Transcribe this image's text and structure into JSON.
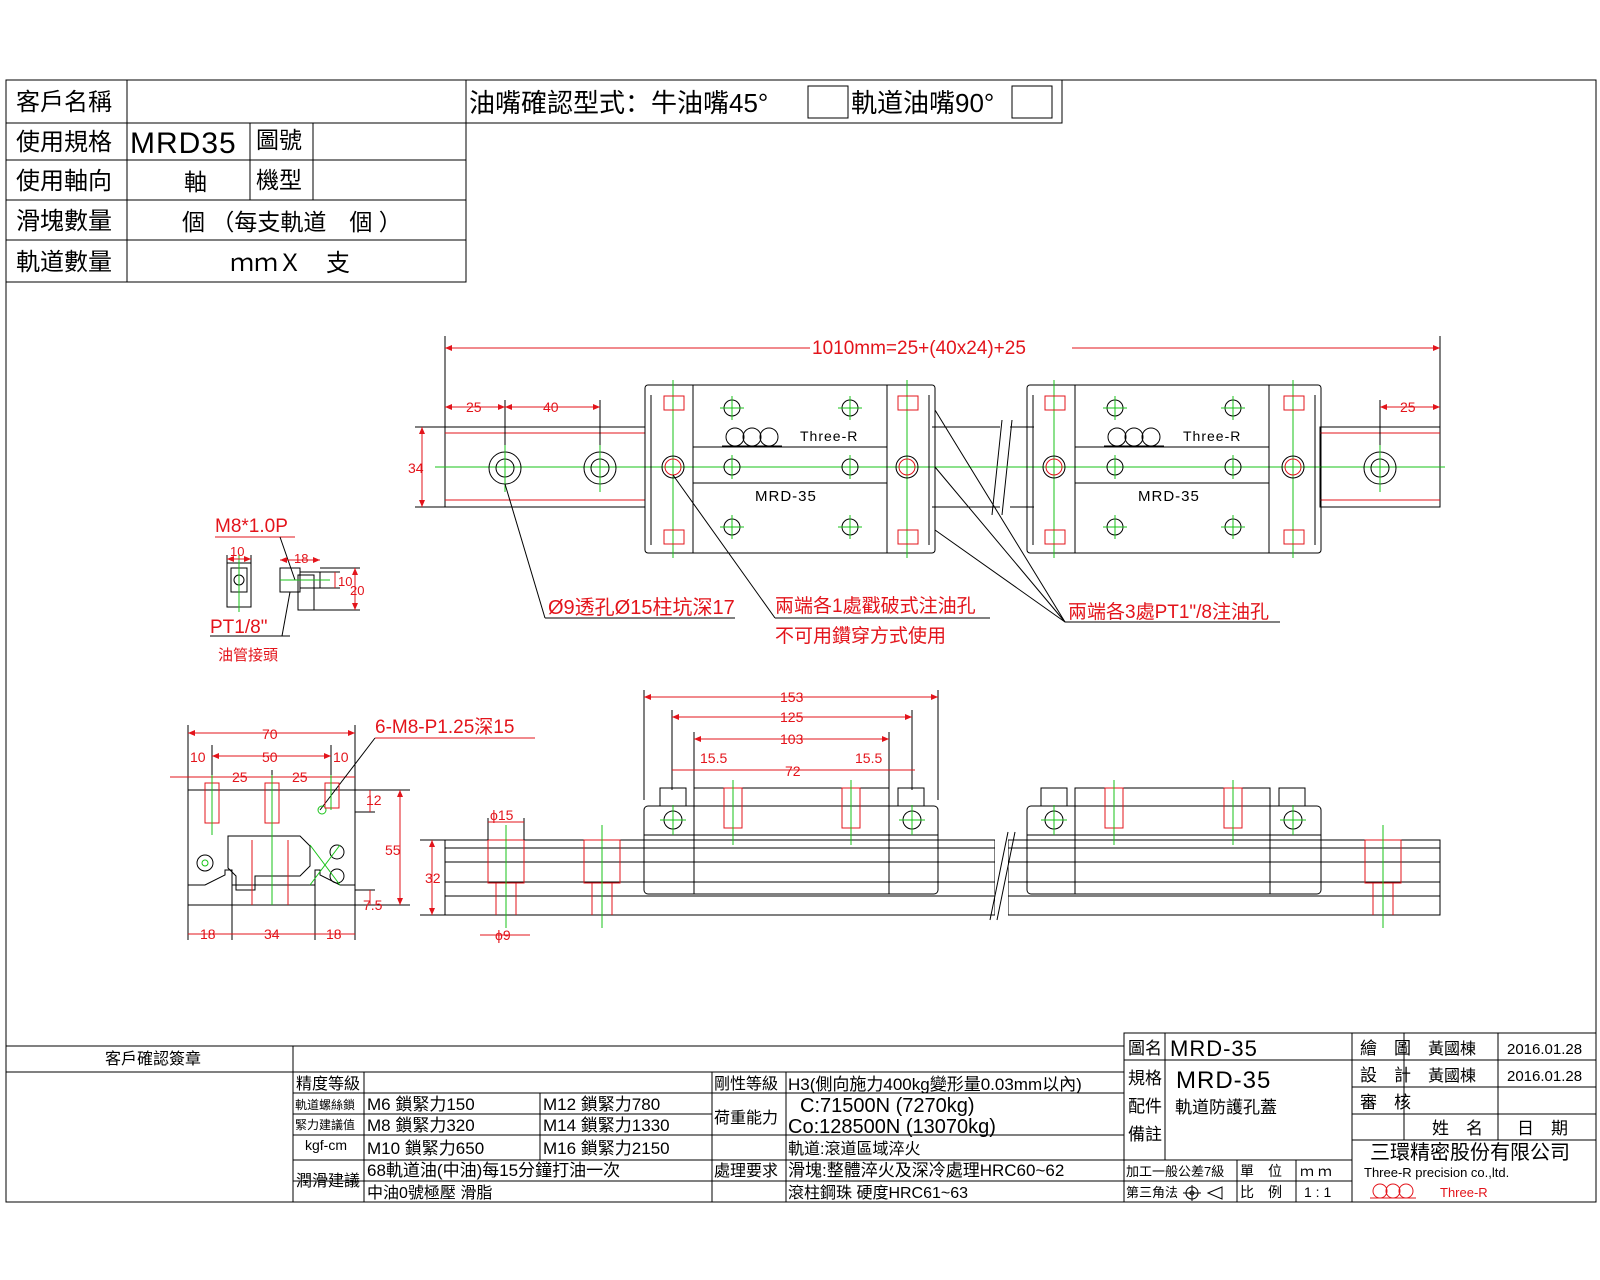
{
  "header_form": {
    "customer_name_label": "客戶名稱",
    "spec_label": "使用規格",
    "spec_value": "MRD35",
    "drawing_no_label": "圖號",
    "axis_label": "使用軸向",
    "axis_value": "軸",
    "model_label": "機型",
    "block_qty_label": "滑塊數量",
    "block_qty_value": "個 （每支軌道　個 ）",
    "rail_qty_label": "軌道數量",
    "rail_qty_value": "ｍｍＸ　支",
    "nipple_confirm": "油嘴確認型式：牛油嘴45°",
    "rail_nipple": "軌道油嘴90°"
  },
  "top_view": {
    "overall_dim": "1010mm=25+(40x24)+25",
    "dim_25_left": "25",
    "dim_40": "40",
    "dim_25_right": "25",
    "dim_34": "34",
    "block_label_1": "MRD-35",
    "block_label_2": "MRD-35",
    "brand_1": "Three-R",
    "brand_2": "Three-R",
    "note_hole": "Ø9透孔Ø15柱坑深17",
    "note_oil_hole_1": "兩端各1處戳破式注油孔",
    "note_oil_hole_2": "不可用鑽穿方式使用",
    "note_pt_hole": "兩端各3處PT1\"/8注油孔"
  },
  "fitting_detail": {
    "thread": "M8*1.0P",
    "pt": "PT1/8\"",
    "fitting_name": "油管接頭",
    "dim_10a": "10",
    "dim_18": "18",
    "dim_10b": "10",
    "dim_20": "20"
  },
  "end_view": {
    "dim_70": "70",
    "dim_50": "50",
    "dim_10_left": "10",
    "dim_10_right": "10",
    "dim_25_left": "25",
    "dim_25_right": "25",
    "dim_12": "12",
    "dim_55": "55",
    "dim_7_5": "7.5",
    "dim_18_left": "18",
    "dim_34": "34",
    "dim_18_right": "18",
    "thread_note": "6-M8-P1.25深15"
  },
  "side_view": {
    "dim_153": "153",
    "dim_125": "125",
    "dim_103": "103",
    "dim_15_5_left": "15.5",
    "dim_72": "72",
    "dim_15_5_right": "15.5",
    "dim_phi15": "ϕ15",
    "dim_32": "32",
    "dim_phi9": "ϕ9"
  },
  "bottom_table": {
    "customer_stamp": "客戶確認簽章",
    "precision_label": "精度等級",
    "rigidity_label": "剛性等級",
    "rigidity_value": "H3(側向施力400kg變形量0.03mm以內)",
    "bolt_label_1": "軌道螺絲鎖",
    "bolt_label_2": "緊力建議值",
    "bolt_unit": "kgf-cm",
    "m6": "M6 鎖緊力150",
    "m8": "M8 鎖緊力320",
    "m10": "M10 鎖緊力650",
    "m12": "M12 鎖緊力780",
    "m14": "M14 鎖緊力1330",
    "m16": "M16 鎖緊力2150",
    "load_label": "荷重能力",
    "load_c": "C:71500N (7270kg)",
    "load_co": "Co:128500N (13070kg)",
    "lube_label": "潤滑建議",
    "lube_1": "68軌道油(中油)每15分鐘打油一次",
    "lube_2": "中油0號極壓 滑脂",
    "treat_label": "處理要求",
    "treat_1": "軌道:滾道區域淬火",
    "treat_2": "滑塊:整體淬火及深冷處理HRC60~62",
    "treat_3": "滾柱鋼珠 硬度HRC61~63"
  },
  "title_block": {
    "drawing_name_label": "圖名",
    "drawing_name": "MRD-35",
    "spec_label": "規格",
    "spec": "MRD-35",
    "part_label": "配件",
    "part": "軌道防護孔蓋",
    "remark_label": "備註",
    "tolerance": "加工一般公差7級",
    "projection": "第三角法",
    "unit_label": "單　位",
    "unit": "ｍ ｍ",
    "scale_label": "比　例",
    "scale": "1 : 1",
    "draw_label": "繪　圖",
    "design_label": "設　計",
    "review_label": "審　核",
    "drawer": "黃國棟",
    "designer": "黃國棟",
    "draw_date": "2016.01.28",
    "design_date": "2016.01.28",
    "name_label": "姓　名",
    "date_label": "日　期",
    "company": "三環精密股份有限公司",
    "company_en": "Three-R precision co.,ltd.",
    "logo_text": "Three-R"
  },
  "colors": {
    "dimension": "#e3141b",
    "centerline": "#18c318",
    "outline": "#000000"
  }
}
